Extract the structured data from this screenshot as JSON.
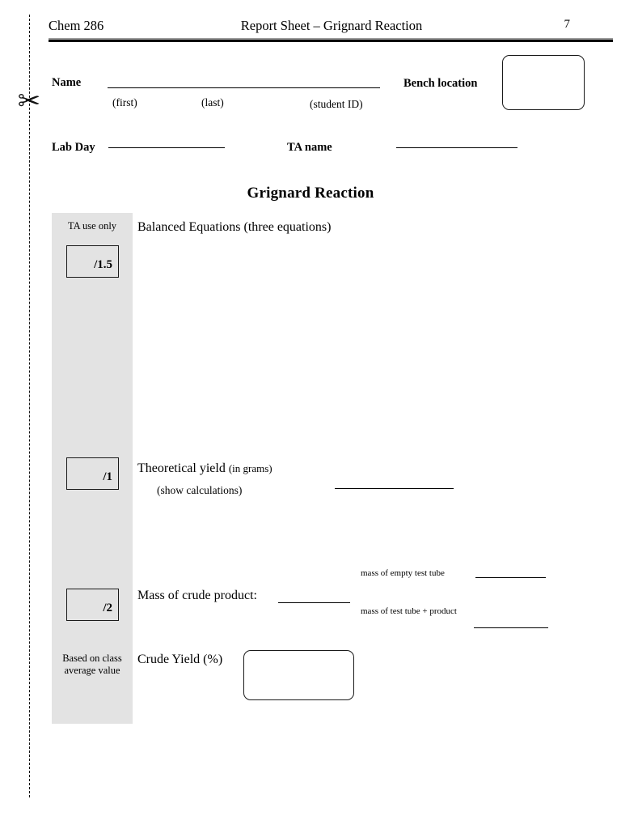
{
  "header": {
    "course": "Chem 286",
    "title": "Report Sheet – Grignard Reaction",
    "page_number": "7"
  },
  "cut_guide": {
    "icon": "scissors-icon",
    "glyph": "✂"
  },
  "identity": {
    "name_label": "Name",
    "first_label": "(first)",
    "last_label": "(last)",
    "student_id_label": "(student ID)",
    "bench_location_label": "Bench location",
    "bench_location_value": "",
    "lab_day_label": "Lab Day",
    "lab_day_value": "",
    "ta_name_label": "TA name",
    "ta_name_value": ""
  },
  "doc_title": "Grignard Reaction",
  "ta_column": {
    "heading": "TA use only",
    "footer_note_line1": "Based on class",
    "footer_note_line2": "average value",
    "scores": [
      {
        "value": "/1.5"
      },
      {
        "value": "/1"
      },
      {
        "value": "/2"
      }
    ]
  },
  "sections": {
    "balanced_equations": {
      "label": "Balanced Equations (three equations)"
    },
    "theoretical_yield": {
      "label_main": "Theoretical yield",
      "label_paren": "(in grams)",
      "label_sub": "(show calculations)",
      "value": ""
    },
    "crude_product": {
      "label": "Mass of crude product:",
      "value": "",
      "empty_tube_label": "mass of empty test tube",
      "empty_tube_value": "",
      "tube_plus_product_label": "mass of test tube + product",
      "tube_plus_product_value": ""
    },
    "crude_yield": {
      "label": "Crude Yield (%)",
      "value": ""
    }
  },
  "colors": {
    "ta_column_bg": "#e3e3e3",
    "rule_black": "#000000",
    "rule_gray": "#9a9a9a"
  }
}
